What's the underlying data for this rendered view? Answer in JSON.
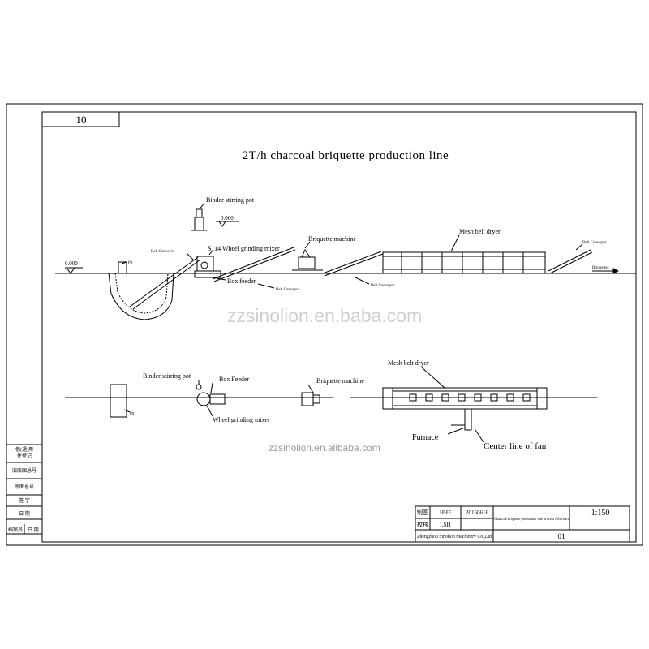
{
  "sheet": {
    "drawing_number": "10",
    "title": "2T/h charcoal briquette production line"
  },
  "elevation_view": {
    "labels": {
      "binder_stirring_pot": "Binder stirring pot",
      "level_pot": "0.000",
      "level_ground": "0.000",
      "pit": "Pit",
      "belt_conveyor_1": "Belt Conveyor",
      "wheel_grinding_mixer": "S114 Wheel grinding mixer",
      "box_feeder": "Box feeder",
      "belt_conveyor_2": "Belt Conveyor",
      "briquette_machine": "Briquette machine",
      "belt_conveyor_3": "Belt Conveyor",
      "mesh_belt_dryer": "Mesh belt dryer",
      "belt_conveyor_4": "Belt Conveyor",
      "briquettes": "Briquettes"
    }
  },
  "watermark_main": "zzsinolion.en.baba.com",
  "plan_view": {
    "labels": {
      "binder_stirring_pot": "Binder stirring pot",
      "box_feeder": "Box Feeder",
      "pit": "Pit",
      "wheel_grinding_mixer": "Wheel grinding mixer",
      "briquette_machine": "Briquette machine",
      "mesh_belt_dryer": "Mesh belt dryer",
      "furnace": "Furnace",
      "center_line_of_fan": "Center line of fan"
    }
  },
  "watermark_small": "zzsinolion.en.alibaba.com",
  "left_side_table": [
    "借(通)用",
    "件登记",
    "旧底图总号",
    "底图总号",
    "签 字",
    "日 期",
    "档案员",
    "日 期"
  ],
  "title_block": {
    "row1_role": "制图",
    "row1_name": "HHF",
    "row1_date": "20150616",
    "row2_role": "校核",
    "row2_name": "LSH",
    "drawing_title": "Charcoal briquette production line process flowchart",
    "company": "Zhengzhou Sinolion Machinery Co.,Ltd",
    "scale": "1:150",
    "sheet_no": "01"
  }
}
